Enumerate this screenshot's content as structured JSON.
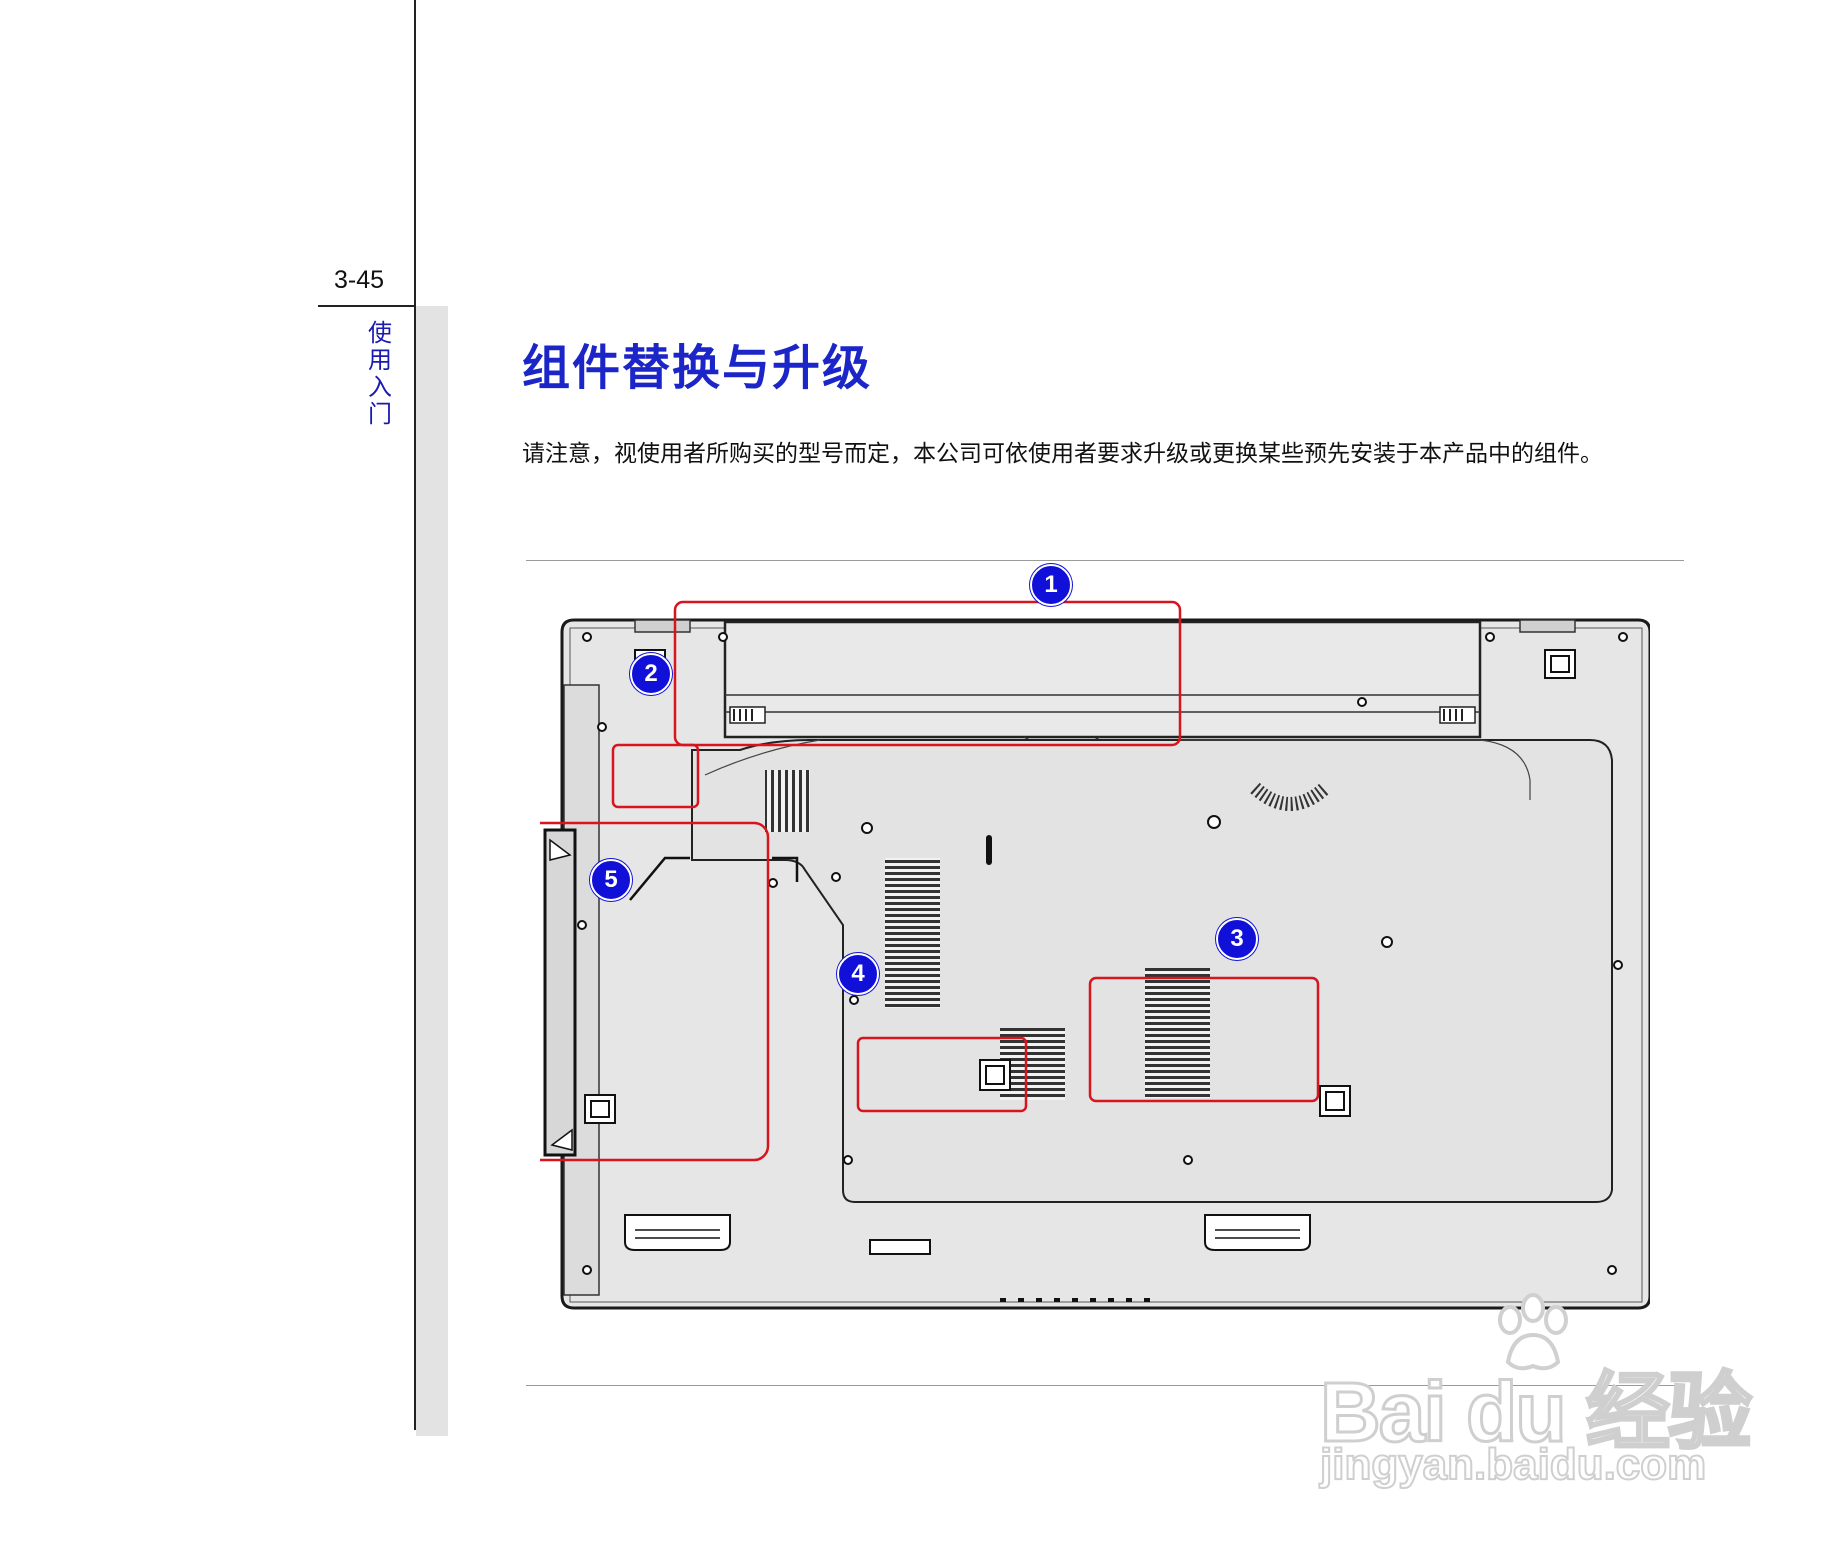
{
  "page": {
    "number": "3-45",
    "section_label": "使用入门"
  },
  "heading": "组件替换与升级",
  "paragraph": "请注意，视使用者所购买的型号而定，本公司可依使用者要求升级或更换某些预先安装于本产品中的组件。",
  "diagram": {
    "callouts": [
      "1",
      "2",
      "3",
      "4",
      "5"
    ],
    "callout_color": "#1010d8",
    "highlight_color": "#d8141e"
  },
  "watermark": {
    "brand": "Bai du 经验",
    "url": "jingyan.baidu.com"
  },
  "colors": {
    "heading": "#1c25c8",
    "side_label": "#1a1ab0"
  }
}
